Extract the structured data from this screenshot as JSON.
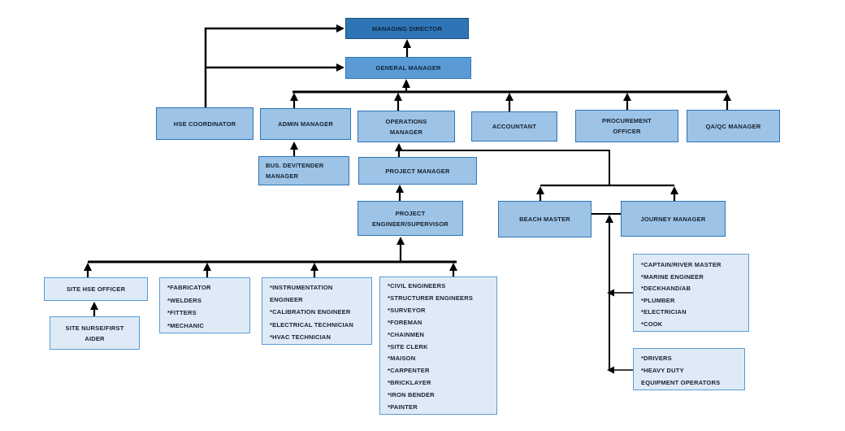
{
  "diagram": {
    "type": "org-chart",
    "boxes": {
      "managing_director": {
        "label": "MANAGING DIRECTOR"
      },
      "general_manager": {
        "label": "GENERAL MANAGER"
      },
      "hse_coordinator": {
        "label": "HSE COORDINATOR"
      },
      "admin_manager": {
        "label": "ADMIN MANAGER"
      },
      "operations_manager": {
        "label": "OPERATIONS MANAGER"
      },
      "accountant": {
        "label": "ACCOUNTANT"
      },
      "procurement_officer": {
        "label": "PROCUREMENT OFFICER"
      },
      "qa_qc_manager": {
        "label": "QA/QC MANAGER"
      },
      "bus_dev_tender_manager": {
        "label": "BUS. DEV/TENDER MANAGER"
      },
      "project_manager": {
        "label": "PROJECT MANAGER"
      },
      "project_engineer_supervisor": {
        "label": "PROJECT ENGINEER/SUPERVISOR"
      },
      "beach_master": {
        "label": "BEACH MASTER"
      },
      "journey_manager": {
        "label": "JOURNEY MANAGER"
      },
      "site_hse_officer": {
        "label": "SITE HSE OFFICER"
      },
      "site_nurse_first_aider": {
        "label": "SITE NURSE/FIRST AIDER"
      },
      "fabrication_crew": {
        "items": [
          "*FABRICATOR",
          "*WELDERS",
          "*FITTERS",
          "*MECHANIC"
        ]
      },
      "instrumentation_crew": {
        "items": [
          "*INSTRUMENTATION",
          "ENGINEER",
          "*CALIBRATION ENGINEER",
          "*ELECTRICAL TECHNICIAN",
          "*HVAC TECHNICIAN"
        ]
      },
      "civil_crew": {
        "items": [
          "*CIVIL ENGINEERS",
          "*STRUCTURER ENGINEERS",
          "*SURVEYOR",
          "*FOREMAN",
          "*CHAINMEN",
          "*SITE CLERK",
          "*MAISON",
          "*CARPENTER",
          "*BRICKLAYER",
          "*IRON BENDER",
          "*PAINTER"
        ]
      },
      "marine_crew": {
        "items": [
          "*CAPTAIN/RIVER MASTER",
          "*MARINE ENGINEER",
          "*DECKHAND/AB",
          "*PLUMBER",
          "*ELECTRICIAN",
          "*COOK"
        ]
      },
      "drivers_crew": {
        "items": [
          "*DRIVERS",
          "*HEAVY DUTY",
          "EQUIPMENT OPERATORS"
        ]
      }
    },
    "colors": {
      "level1_fill": "#2E75B6",
      "level1_border": "#1F4E79",
      "level2_fill": "#5B9BD5",
      "level2_border": "#2E75B6",
      "level3_fill": "#9DC3E6",
      "list_fill": "#DEEBF7",
      "list_border": "#5B9BD5",
      "connector": "#000000",
      "background": "#FFFFFF"
    }
  }
}
